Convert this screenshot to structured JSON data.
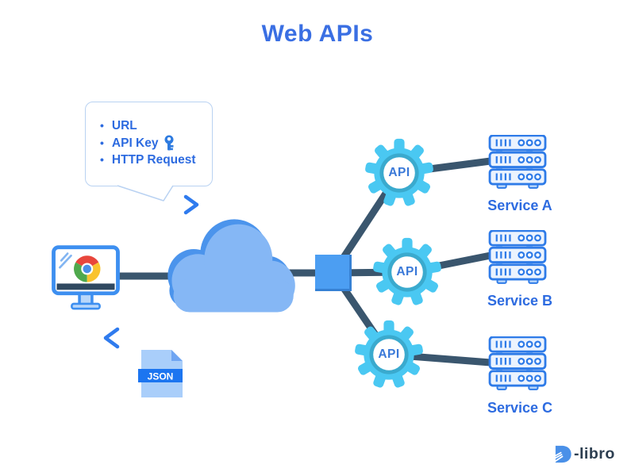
{
  "title": "Web APIs",
  "callout": {
    "items": [
      "URL",
      "API Key",
      "HTTP Request"
    ],
    "key_icon": "key-icon"
  },
  "client": {
    "icon": "browser-monitor-chrome"
  },
  "network": {
    "icon": "cloud"
  },
  "api_nodes": [
    {
      "label": "API"
    },
    {
      "label": "API"
    },
    {
      "label": "API"
    }
  ],
  "services": [
    {
      "label": "Service A"
    },
    {
      "label": "Service B"
    },
    {
      "label": "Service C"
    }
  ],
  "json_file": {
    "label": "JSON"
  },
  "logo": {
    "brand": "D-libro",
    "suffix": "-libro"
  },
  "colors": {
    "title_blue": "#3a6fe3",
    "text_blue": "#2d6be0",
    "connector_slate": "#3a566e",
    "cloud_fill": "#85b7f5",
    "cloud_shadow": "#4b94ec",
    "square_node": "#4c9ef2",
    "gear_body": "#4ac8f2",
    "gear_ring": "#3aaace",
    "gear_text": "#3a79d8",
    "server_stroke": "#2e7be8",
    "server_fill": "#ebf3fe",
    "arrow_blue": "#2f7bee",
    "json_band": "#1c75f0",
    "json_doc": "#a9cefa",
    "logo_mark": "#4a90e8",
    "logo_text": "#2c3e50"
  }
}
